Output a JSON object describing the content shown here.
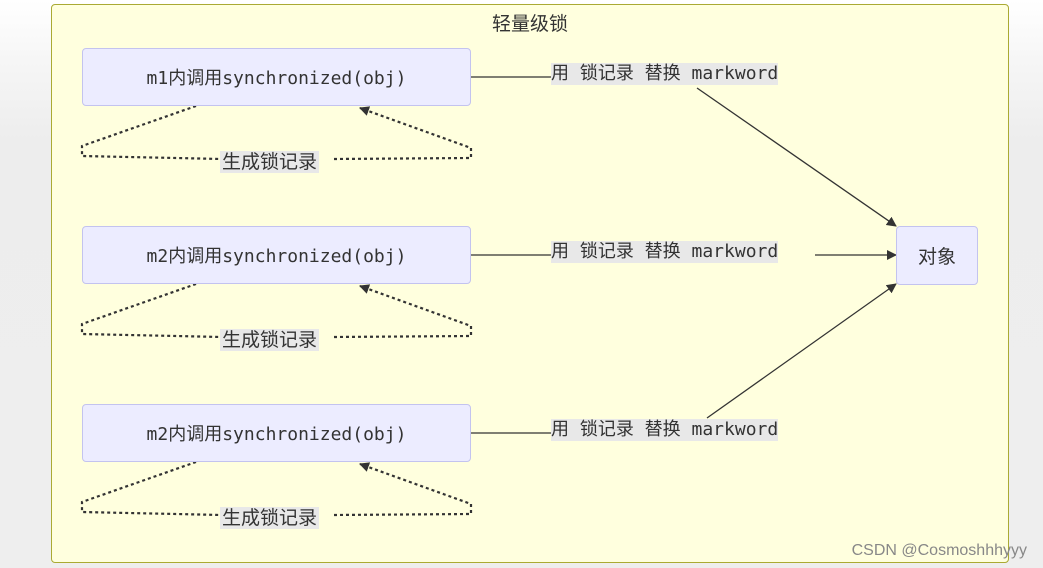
{
  "diagram": {
    "title": "轻量级锁",
    "method_nodes": [
      {
        "label": "m1内调用synchronized(obj)"
      },
      {
        "label": "m2内调用synchronized(obj)"
      },
      {
        "label": "m2内调用synchronized(obj)"
      }
    ],
    "target_node": {
      "label": "对象"
    },
    "edge_labels": [
      "用 锁记录 替换 markword",
      "用 锁记录 替换 markword",
      "用 锁记录 替换 markword"
    ],
    "self_loop_labels": [
      "生成锁记录",
      "生成锁记录",
      "生成锁记录"
    ],
    "colors": {
      "subgraph_fill": "#ffffde",
      "subgraph_border": "#aaaa33",
      "node_fill": "#ececff",
      "node_border": "#c3c3ef",
      "edge": "#333333"
    }
  },
  "watermark": "CSDN @Cosmoshhhyyy"
}
